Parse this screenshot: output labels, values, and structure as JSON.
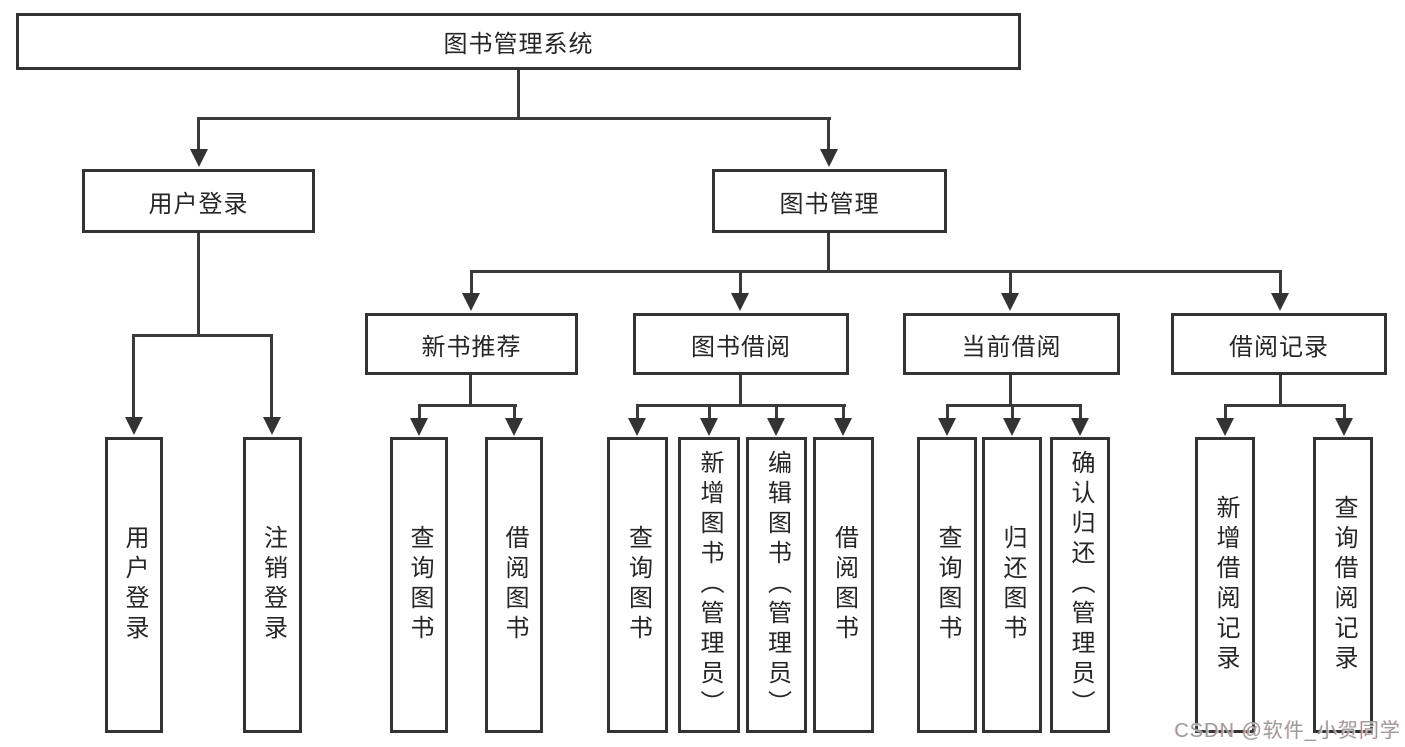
{
  "diagram": {
    "root": {
      "label": "图书管理系统"
    },
    "children": [
      {
        "label": "用户登录",
        "children": [
          {
            "label": "用户登录"
          },
          {
            "label": "注销登录"
          }
        ]
      },
      {
        "label": "图书管理",
        "children": [
          {
            "label": "新书推荐",
            "children": [
              {
                "label": "查询图书"
              },
              {
                "label": "借阅图书"
              }
            ]
          },
          {
            "label": "图书借阅",
            "children": [
              {
                "label": "查询图书"
              },
              {
                "label": "新增图书（管理员）"
              },
              {
                "label": "编辑图书（管理员）"
              },
              {
                "label": "借阅图书"
              }
            ]
          },
          {
            "label": "当前借阅",
            "children": [
              {
                "label": "查询图书"
              },
              {
                "label": "归还图书"
              },
              {
                "label": "确认归还（管理员）"
              }
            ]
          },
          {
            "label": "借阅记录",
            "children": [
              {
                "label": "新增借阅记录"
              },
              {
                "label": "查询借阅记录"
              }
            ]
          }
        ]
      }
    ]
  },
  "watermark": {
    "text": "CSDN @软件_小贺同学"
  },
  "colors": {
    "line": "#3a3a3a",
    "border": "#333333",
    "text": "#262626",
    "background": "#ffffff",
    "watermark_text": "#9c9c9c"
  }
}
